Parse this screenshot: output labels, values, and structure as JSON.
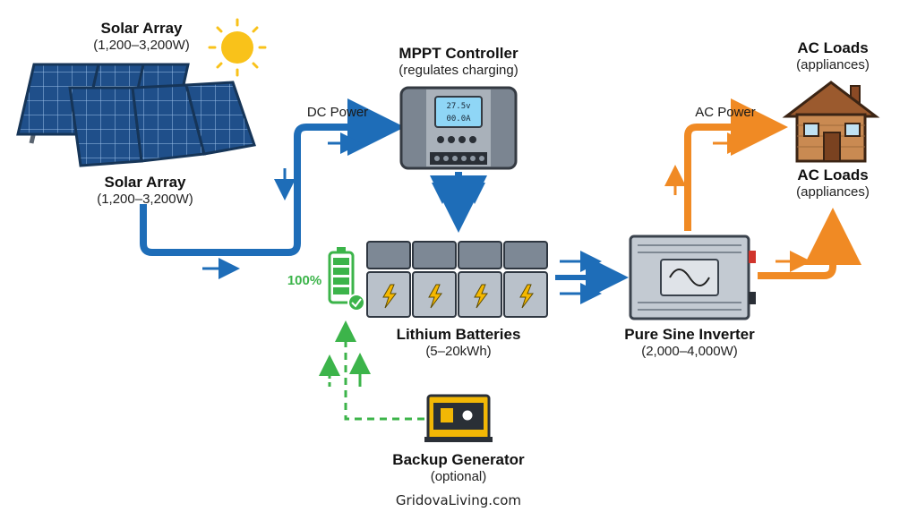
{
  "colors": {
    "dc_blue": "#1E6DB8",
    "ac_orange": "#F08A24",
    "gen_green": "#3CB44A",
    "sun_yellow": "#F9C21A"
  },
  "solar_top": {
    "title": "Solar Array",
    "sub": "(1,200–3,200W)"
  },
  "solar_bottom": {
    "title": "Solar Array",
    "sub": "(1,200–3,200W)"
  },
  "mppt": {
    "title": "MPPT Controller",
    "sub": "(regulates charging)",
    "display_voltage": "27.5v",
    "display_current": "00.0A"
  },
  "dc_power_label": "DC Power",
  "ac_power_label": "AC Power",
  "ac_loads_top": {
    "title": "AC Loads",
    "sub": "(appliances)"
  },
  "ac_loads_bottom": {
    "title": "AC Loads",
    "sub": "(appliances)"
  },
  "batteries": {
    "title": "Lithium Batteries",
    "sub": "(5–20kWh)",
    "charge_label": "100%"
  },
  "inverter": {
    "title": "Pure Sine Inverter",
    "sub": "(2,000–4,000W)"
  },
  "generator": {
    "title": "Backup Generator",
    "sub": "(optional)"
  },
  "footer": "GridovaLiving.com",
  "icons": [
    "sun-icon",
    "solar-panel-icon",
    "mppt-controller-icon",
    "battery-bank-icon",
    "battery-level-icon",
    "checkmark-icon",
    "inverter-icon",
    "sine-wave-icon",
    "house-icon",
    "generator-icon"
  ]
}
